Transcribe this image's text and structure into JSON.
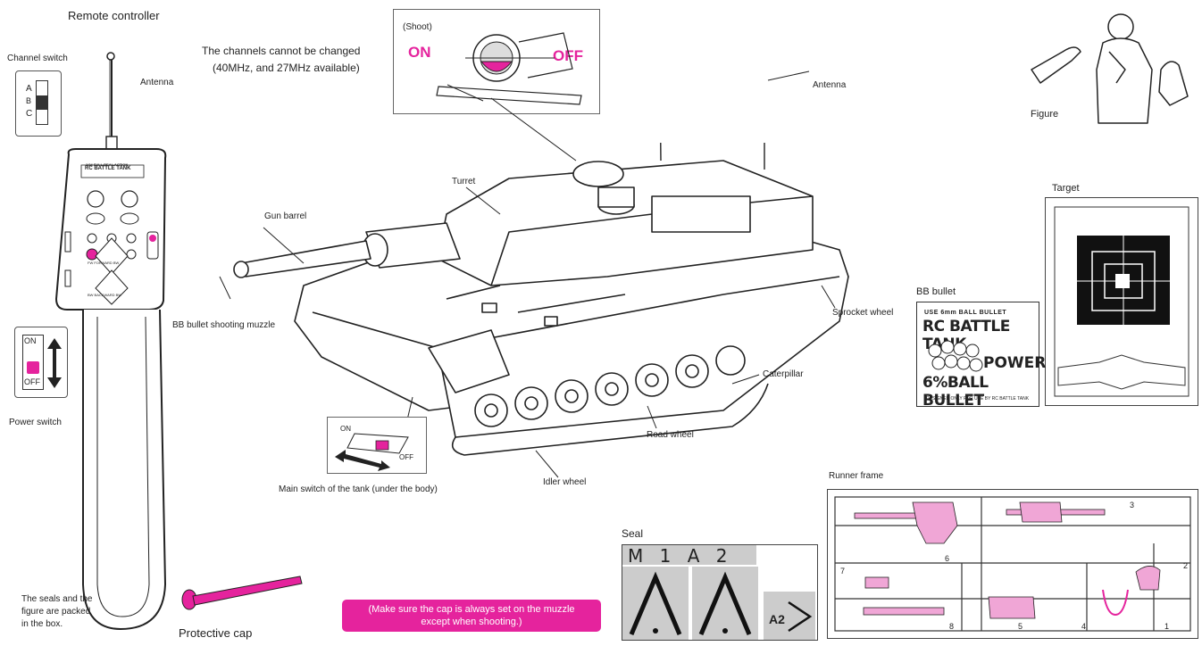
{
  "remote": {
    "title": "Remote controller",
    "channel_switch": "Channel switch",
    "channel_options": [
      "A",
      "B",
      "C"
    ],
    "antenna": "Antenna",
    "power_switch": "Power switch",
    "power_on": "ON",
    "power_off": "OFF",
    "brand_line1": "1/24 FULL REAL ACTION",
    "brand_line2": "RC BATTLE TANK",
    "pad_label1": "FW  FORWARD  BW",
    "pad_label2": "BW  BACKWARD  BW"
  },
  "channels_note": {
    "line1": "The channels cannot be changed",
    "line2": "(40MHz, and 27MHz available)"
  },
  "shoot_switch": {
    "label": "(Shoot)",
    "on": "ON",
    "off": "OFF"
  },
  "tank_labels": {
    "turret": "Turret",
    "gun_barrel": "Gun barrel",
    "muzzle": "BB bullet shooting muzzle",
    "antenna": "Antenna",
    "sprocket": "Sprocket wheel",
    "caterpillar": "Caterpillar",
    "road_wheel": "Road wheel",
    "idler": "Idler wheel",
    "main_switch": "Main switch of the tank (under the body)",
    "main_on": "ON",
    "main_off": "OFF"
  },
  "figure": {
    "label": "Figure"
  },
  "target": {
    "label": "Target"
  },
  "bb_bullet": {
    "label": "BB bullet",
    "line1": "USE 6mm BALL BULLET",
    "line2": "RC BATTLE TANK",
    "line3": "POWER",
    "line4": "6%BALL BULLET",
    "line5": "DESIGNED ONLY FOR USE BY RC BATTLE TANK"
  },
  "runner": {
    "label": "Runner frame",
    "parts": [
      "1",
      "2",
      "3",
      "4",
      "5",
      "6",
      "7",
      "8"
    ]
  },
  "seal": {
    "label": "Seal",
    "text": "M  1  A  2",
    "tag": "A2"
  },
  "bottom": {
    "seals_note_l1": "The seals and the",
    "seals_note_l2": "figure are packed",
    "seals_note_l3": "in the box.",
    "protective_cap": "Protective cap",
    "cap_note_l1": "(Make sure the cap is always set on the muzzle",
    "cap_note_l2": "except when shooting.)"
  },
  "colors": {
    "accent": "#e5239d",
    "line": "#222222"
  }
}
